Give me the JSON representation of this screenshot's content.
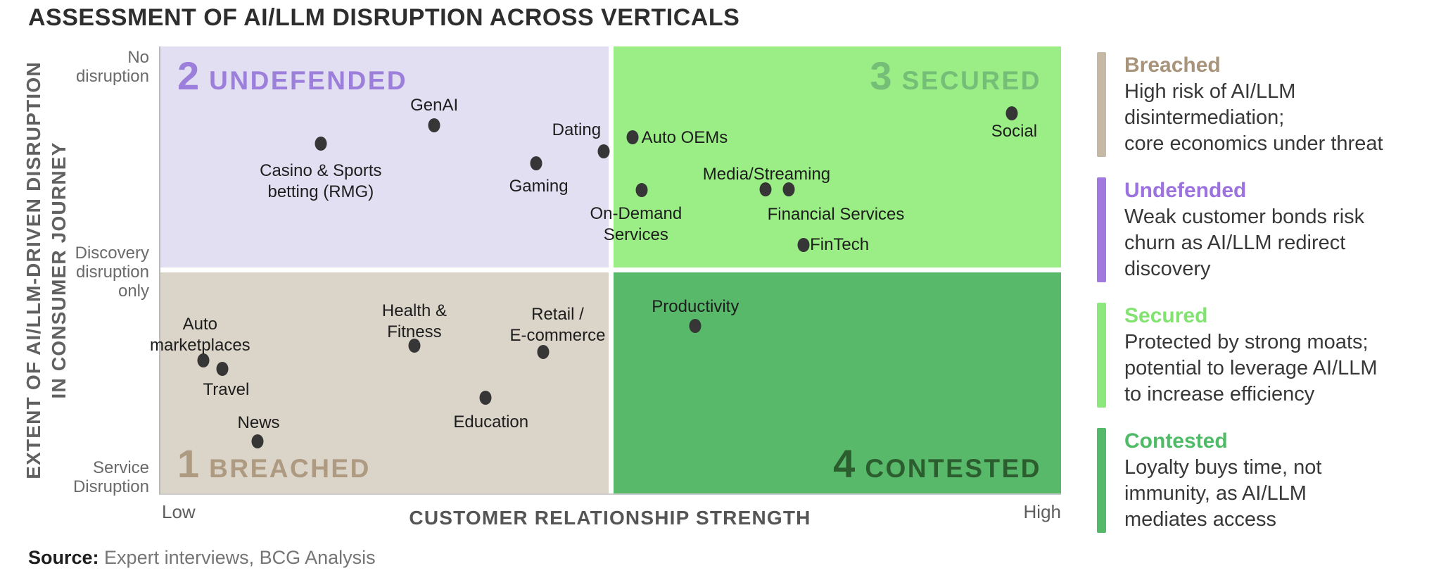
{
  "title": "ASSESSMENT OF AI/LLM DISRUPTION ACROSS VERTICALS",
  "dot_color": "#363636",
  "chart_data": {
    "type": "scatter",
    "title": "ASSESSMENT OF AI/LLM DISRUPTION ACROSS VERTICALS",
    "x_axis": {
      "title": "CUSTOMER RELATIONSHIP STRENGTH",
      "min_label": "Low",
      "max_label": "High"
    },
    "y_axis": {
      "title": "EXTENT OF AI/LLM-DRIVEN DISRUPTION\nIN CONSUMER JOURNEY",
      "tick_top": "No\ndisruption",
      "tick_middle": "Discovery\ndisruption\nonly",
      "tick_bottom": "Service\nDisruption"
    },
    "quadrants": [
      {
        "number": "1",
        "name": "BREACHED",
        "position": "bottom-left",
        "bg_color": "#DBD4C9",
        "label_color": "#AD9A81"
      },
      {
        "number": "2",
        "name": "UNDEFENDED",
        "position": "top-left",
        "bg_color": "#E3DFF2",
        "label_color": "#9C7EDB"
      },
      {
        "number": "3",
        "name": "SECURED",
        "position": "top-right",
        "bg_color": "#9BEE86",
        "label_color": "#74BE77"
      },
      {
        "number": "4",
        "name": "CONTESTED",
        "position": "bottom-right",
        "bg_color": "#57B969",
        "label_color": "#2C5D2F"
      }
    ],
    "points": [
      {
        "label": "Casino & Sports\nbetting (RMG)",
        "quadrant": "Undefended",
        "x_pct": 17.8,
        "y_pct": 21.7,
        "label_x_pct": 17.8,
        "label_y_pct": 30.3
      },
      {
        "label": "GenAI",
        "quadrant": "Undefended",
        "x_pct": 30.4,
        "y_pct": 17.7,
        "label_x_pct": 30.4,
        "label_y_pct": 13.2
      },
      {
        "label": "Gaming",
        "quadrant": "Undefended",
        "x_pct": 41.7,
        "y_pct": 26.1,
        "label_x_pct": 42.0,
        "label_y_pct": 31.4
      },
      {
        "label": "Dating",
        "quadrant": "Undefended",
        "x_pct": 49.2,
        "y_pct": 23.4,
        "label_x_pct": 46.2,
        "label_y_pct": 18.7
      },
      {
        "label": "Auto OEMs",
        "quadrant": "Secured",
        "x_pct": 52.4,
        "y_pct": 20.3,
        "label_x_pct": 58.2,
        "label_y_pct": 20.4
      },
      {
        "label": "Social",
        "quadrant": "Secured",
        "x_pct": 94.5,
        "y_pct": 14.9,
        "label_x_pct": 94.8,
        "label_y_pct": 19.0
      },
      {
        "label": "On-Demand\nServices",
        "quadrant": "Secured",
        "x_pct": 53.4,
        "y_pct": 32.2,
        "label_x_pct": 52.8,
        "label_y_pct": 39.9
      },
      {
        "label": "Media/Streaming",
        "quadrant": "Secured",
        "x_pct": 67.2,
        "y_pct": 31.9,
        "label_x_pct": 67.3,
        "label_y_pct": 28.6
      },
      {
        "label": "Financial Services",
        "quadrant": "Secured",
        "x_pct": 69.8,
        "y_pct": 31.9,
        "label_x_pct": 75.0,
        "label_y_pct": 37.7
      },
      {
        "label": "FinTech",
        "quadrant": "Secured",
        "x_pct": 71.4,
        "y_pct": 44.4,
        "label_x_pct": 75.4,
        "label_y_pct": 44.4
      },
      {
        "label": "Productivity",
        "quadrant": "Contested",
        "x_pct": 59.4,
        "y_pct": 62.5,
        "label_x_pct": 59.4,
        "label_y_pct": 58.2
      },
      {
        "label": "Auto\nmarketplaces",
        "quadrant": "Breached",
        "x_pct": 4.8,
        "y_pct": 70.2,
        "label_x_pct": 4.4,
        "label_y_pct": 64.5
      },
      {
        "label": "Travel",
        "quadrant": "Breached",
        "x_pct": 6.9,
        "y_pct": 72.2,
        "label_x_pct": 7.3,
        "label_y_pct": 76.8
      },
      {
        "label": "Health &\nFitness",
        "quadrant": "Breached",
        "x_pct": 28.2,
        "y_pct": 67.0,
        "label_x_pct": 28.2,
        "label_y_pct": 61.5
      },
      {
        "label": "Education",
        "quadrant": "Breached",
        "x_pct": 36.1,
        "y_pct": 78.6,
        "label_x_pct": 36.7,
        "label_y_pct": 84.1
      },
      {
        "label": "Retail /\nE-commerce",
        "quadrant": "Breached",
        "x_pct": 42.5,
        "y_pct": 68.3,
        "label_x_pct": 44.1,
        "label_y_pct": 62.3
      },
      {
        "label": "News",
        "quadrant": "Breached",
        "x_pct": 10.8,
        "y_pct": 88.4,
        "label_x_pct": 10.9,
        "label_y_pct": 84.3
      }
    ]
  },
  "legend": {
    "items": [
      {
        "name": "Breached",
        "heading_color": "#A8947B",
        "bar_color": "#C5B8A4",
        "description": "High risk of AI/LLM\ndisintermediation;\ncore economics under threat"
      },
      {
        "name": "Undefended",
        "heading_color": "#9C72DE",
        "bar_color": "#A179DF",
        "description": "Weak customer bonds risk\nchurn as AI/LLM redirect\ndiscovery"
      },
      {
        "name": "Secured",
        "heading_color": "#82E371",
        "bar_color": "#8CE87C",
        "description": "Protected by strong moats;\npotential to leverage AI/LLM\nto increase efficiency"
      },
      {
        "name": "Contested",
        "heading_color": "#4FBB67",
        "bar_color": "#54B968",
        "description": "Loyalty buys time, not\nimmunity, as AI/LLM\nmediates access"
      }
    ]
  },
  "source": {
    "label": "Source:",
    "text": "Expert interviews, BCG Analysis"
  }
}
